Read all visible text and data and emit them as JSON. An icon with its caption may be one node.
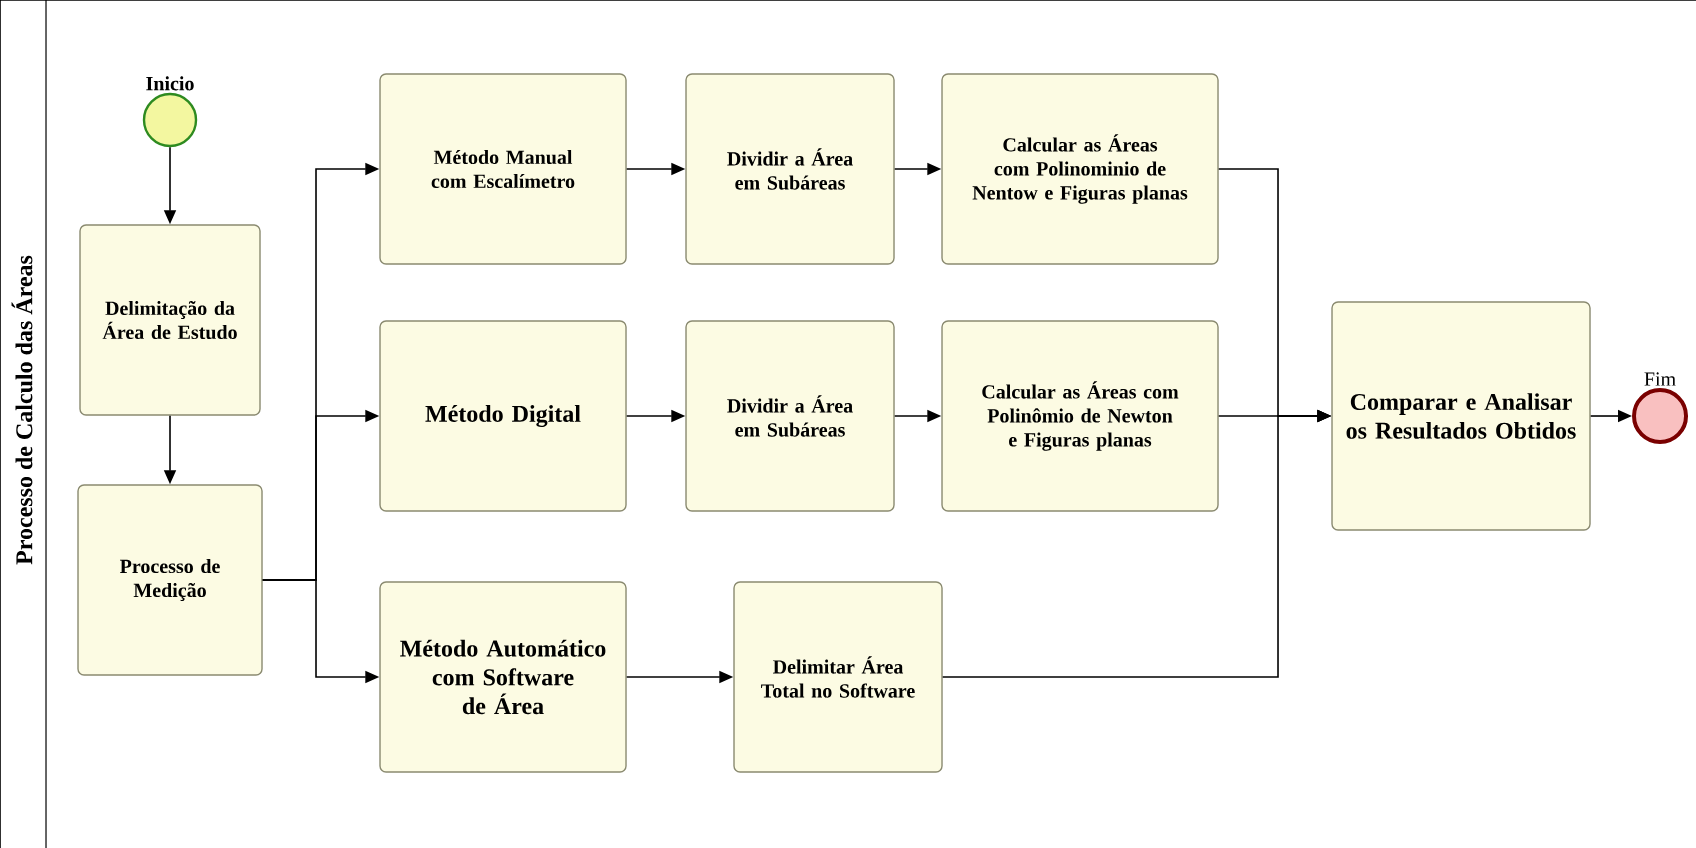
{
  "diagram": {
    "nodes": [
      {
        "text": [
          "Processo de Calculo das Áreas"
        ]
      },
      {
        "text": [
          "Inicio"
        ],
        "in": 0
      },
      {
        "text": [
          "Delimitação da Área de Estudo"
        ],
        "in": 0
      },
      {
        "text": [
          "Processo de Medição"
        ],
        "in": 0
      },
      {
        "text": [
          "Método Manual com Escalímetro"
        ],
        "in": 0
      },
      {
        "text": [
          "Método Digital"
        ],
        "in": 0
      },
      {
        "text": [
          "Método Automático com Software de Área"
        ],
        "in": 0
      },
      {
        "text": [
          "Dividir a Área em Subáreas"
        ],
        "in": 0
      },
      {
        "text": [
          "Dividir a Área em Subáreas"
        ],
        "in": 0
      },
      {
        "text": [
          "Delimitar Área Total no Software"
        ],
        "in": 0
      },
      {
        "text": [
          "Calcular as Áreas com Polinominio de Nentow e Figuras planas"
        ],
        "in": 0
      },
      {
        "text": [
          "Calcular as Áreas com Polinômio de Newton e Figuras planas"
        ],
        "in": 0
      },
      {
        "text": [
          "Comparar e Analisar os Resultados Obtidos"
        ],
        "in": 0
      },
      {
        "text": [
          "Fim"
        ],
        "in": 0
      }
    ],
    "edges": [
      {
        "from": 1,
        "to": 2,
        "arrow": "to"
      },
      {
        "from": 2,
        "to": 3,
        "arrow": "to"
      },
      {
        "from": 3,
        "to": 4,
        "arrow": "to"
      },
      {
        "from": 3,
        "to": 5,
        "arrow": "to"
      },
      {
        "from": 3,
        "to": 6,
        "arrow": "to"
      },
      {
        "from": 4,
        "to": 7,
        "arrow": "to"
      },
      {
        "from": 5,
        "to": 8,
        "arrow": "to"
      },
      {
        "from": 6,
        "to": 9,
        "arrow": "to"
      },
      {
        "from": 7,
        "to": 10,
        "arrow": "to"
      },
      {
        "from": 8,
        "to": 11,
        "arrow": "to"
      },
      {
        "from": 10,
        "to": 12,
        "arrow": "to"
      },
      {
        "from": 11,
        "to": 12,
        "arrow": "to"
      },
      {
        "from": 9,
        "to": 12,
        "arrow": "to"
      },
      {
        "from": 12,
        "to": 13,
        "arrow": "to"
      }
    ]
  }
}
